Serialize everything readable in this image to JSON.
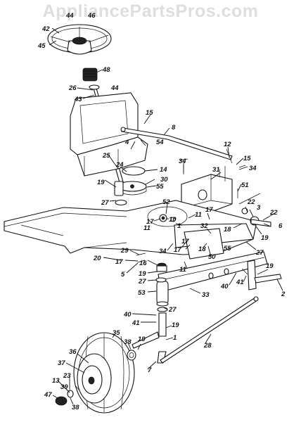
{
  "watermark": "AppliancePartsPros.com",
  "colors": {
    "ink": "#111111",
    "watermark": "#dedede",
    "background": "#ffffff"
  },
  "callouts": [
    {
      "id": "c-44a",
      "text": "44"
    },
    {
      "id": "c-46",
      "text": "46"
    },
    {
      "id": "c-42",
      "text": "42"
    },
    {
      "id": "c-45",
      "text": "45"
    },
    {
      "id": "c-48",
      "text": "48"
    },
    {
      "id": "c-26",
      "text": "26"
    },
    {
      "id": "c-44b",
      "text": "44"
    },
    {
      "id": "c-43",
      "text": "43"
    },
    {
      "id": "c-15a",
      "text": "15"
    },
    {
      "id": "c-8",
      "text": "8"
    },
    {
      "id": "c-4",
      "text": "4"
    },
    {
      "id": "c-54",
      "text": "54"
    },
    {
      "id": "c-25",
      "text": "25"
    },
    {
      "id": "c-24",
      "text": "24"
    },
    {
      "id": "c-14",
      "text": "14"
    },
    {
      "id": "c-30",
      "text": "30"
    },
    {
      "id": "c-55a",
      "text": "55"
    },
    {
      "id": "c-19a",
      "text": "19"
    },
    {
      "id": "c-27a",
      "text": "27"
    },
    {
      "id": "c-12",
      "text": "12"
    },
    {
      "id": "c-15b",
      "text": "15"
    },
    {
      "id": "c-34a",
      "text": "34"
    },
    {
      "id": "c-31",
      "text": "31"
    },
    {
      "id": "c-34b",
      "text": "34"
    },
    {
      "id": "c-51",
      "text": "51"
    },
    {
      "id": "c-52",
      "text": "52"
    },
    {
      "id": "c-17a",
      "text": "17"
    },
    {
      "id": "c-10",
      "text": "10"
    },
    {
      "id": "c-11a",
      "text": "11"
    },
    {
      "id": "c-11b",
      "text": "11"
    },
    {
      "id": "c-17b",
      "text": "17"
    },
    {
      "id": "c-1a",
      "text": "1"
    },
    {
      "id": "c-22a",
      "text": "22"
    },
    {
      "id": "c-3",
      "text": "3"
    },
    {
      "id": "c-22b",
      "text": "22"
    },
    {
      "id": "c-6",
      "text": "6"
    },
    {
      "id": "c-18a",
      "text": "18"
    },
    {
      "id": "c-19b",
      "text": "19"
    },
    {
      "id": "c-32",
      "text": "32"
    },
    {
      "id": "c-27b",
      "text": "27"
    },
    {
      "id": "c-29",
      "text": "29"
    },
    {
      "id": "c-17c",
      "text": "17"
    },
    {
      "id": "c-20",
      "text": "20"
    },
    {
      "id": "c-5",
      "text": "5"
    },
    {
      "id": "c-34c",
      "text": "34"
    },
    {
      "id": "c-17d",
      "text": "17"
    },
    {
      "id": "c-17e",
      "text": "17"
    },
    {
      "id": "c-18b",
      "text": "18"
    },
    {
      "id": "c-50",
      "text": "50"
    },
    {
      "id": "c-55b",
      "text": "55"
    },
    {
      "id": "c-11c",
      "text": "11"
    },
    {
      "id": "c-16",
      "text": "16"
    },
    {
      "id": "c-19c",
      "text": "19"
    },
    {
      "id": "c-27c",
      "text": "27"
    },
    {
      "id": "c-53",
      "text": "53"
    },
    {
      "id": "c-33",
      "text": "33"
    },
    {
      "id": "c-40a",
      "text": "40"
    },
    {
      "id": "c-41a",
      "text": "41"
    },
    {
      "id": "c-19d",
      "text": "19"
    },
    {
      "id": "c-2",
      "text": "2"
    },
    {
      "id": "c-40b",
      "text": "40"
    },
    {
      "id": "c-27d",
      "text": "27"
    },
    {
      "id": "c-41b",
      "text": "41"
    },
    {
      "id": "c-19e",
      "text": "19"
    },
    {
      "id": "c-1b",
      "text": "1"
    },
    {
      "id": "c-28",
      "text": "28"
    },
    {
      "id": "c-35",
      "text": "35"
    },
    {
      "id": "c-38a",
      "text": "38"
    },
    {
      "id": "c-19f",
      "text": "19"
    },
    {
      "id": "c-36",
      "text": "36"
    },
    {
      "id": "c-37",
      "text": "37"
    },
    {
      "id": "c-13",
      "text": "13"
    },
    {
      "id": "c-23",
      "text": "23"
    },
    {
      "id": "c-39",
      "text": "39"
    },
    {
      "id": "c-7",
      "text": "7"
    },
    {
      "id": "c-47",
      "text": "47"
    },
    {
      "id": "c-38b",
      "text": "38"
    }
  ]
}
